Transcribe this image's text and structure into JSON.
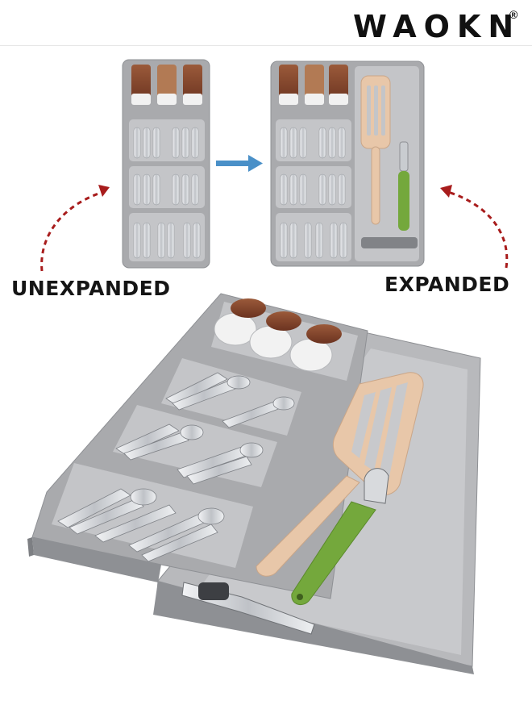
{
  "brand": {
    "name": "WAOKN",
    "registered_mark": "®"
  },
  "labels": {
    "unexpanded": "UNEXPANDED",
    "expanded": "EXPANDED"
  },
  "colors": {
    "tray": "#a9aaad",
    "tray_dark": "#8e9094",
    "tray_light": "#c4c5c8",
    "steel": "#d6d8dc",
    "wood": "#e8c7a9",
    "green": "#74a83c",
    "arrow_blue": "#4a90c8",
    "arrow_red": "#a81c1c"
  },
  "icons": [
    "right-arrow-icon",
    "curved-dashed-arrow-icon"
  ]
}
